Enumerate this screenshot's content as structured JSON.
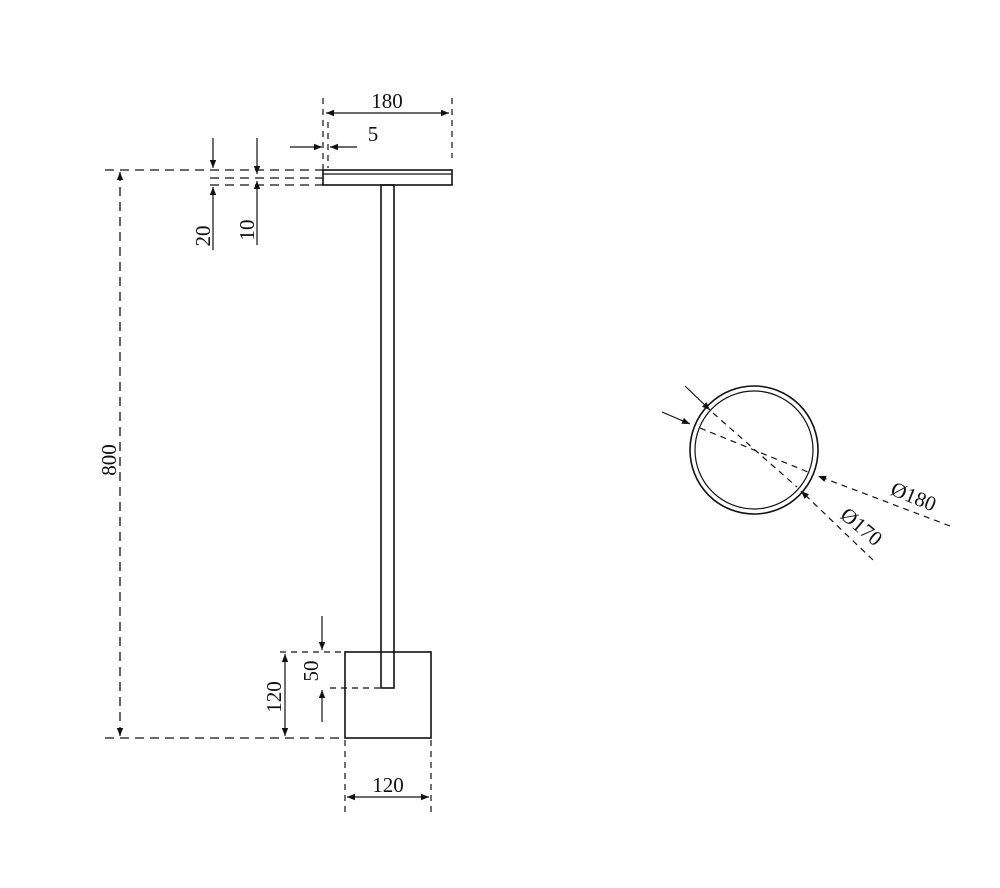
{
  "drawing": {
    "dimensions": {
      "top_width": "180",
      "top_inset": "5",
      "top_thickness_outer": "20",
      "top_thickness_inner": "10",
      "total_height": "800",
      "base_height": "120",
      "pole_insert": "50",
      "base_width": "120",
      "outer_diameter": "Ø180",
      "inner_diameter": "Ø170"
    }
  }
}
